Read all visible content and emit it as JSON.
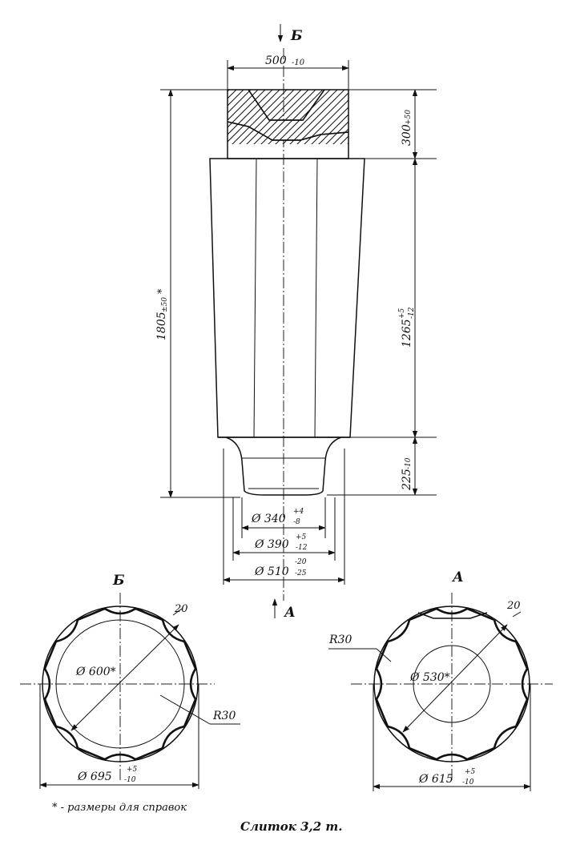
{
  "views": {
    "section_b_marker": "Б",
    "section_a_marker": "А",
    "view_b_title": "Б",
    "view_a_title": "А"
  },
  "dimensions": {
    "top_width": "500",
    "top_width_tol": "-10",
    "head_height": "300",
    "head_height_tol": "+50",
    "total_height": "1805",
    "total_height_tol": "±50",
    "total_height_mark": "*",
    "body_height": "1265",
    "body_height_tol_upper": "+5",
    "body_height_tol_lower": "-12",
    "foot_height": "225",
    "foot_height_tol": "-10",
    "d340": "Ø 340",
    "d340_tol_upper": "+4",
    "d340_tol_lower": "-8",
    "d390": "Ø 390",
    "d390_tol_upper": "+5",
    "d390_tol_lower": "-12",
    "d510": "Ø 510",
    "d510_tol_upper": "-20",
    "d510_tol_lower": "-25"
  },
  "view_b": {
    "inner_diameter": "Ø 600*",
    "outer_diameter": "Ø 695",
    "outer_tol_upper": "+5",
    "outer_tol_lower": "-10",
    "facet_depth": "20",
    "radius": "R30"
  },
  "view_a": {
    "inner_diameter": "Ø 530*",
    "outer_diameter": "Ø 615",
    "outer_tol_upper": "+5",
    "outer_tol_lower": "-10",
    "facet_depth": "20",
    "radius": "R30"
  },
  "notes": {
    "reference_note": "* - размеры для справок",
    "caption": "Слиток 3,2 т."
  },
  "colors": {
    "ink": "#111111",
    "paper": "#ffffff"
  }
}
